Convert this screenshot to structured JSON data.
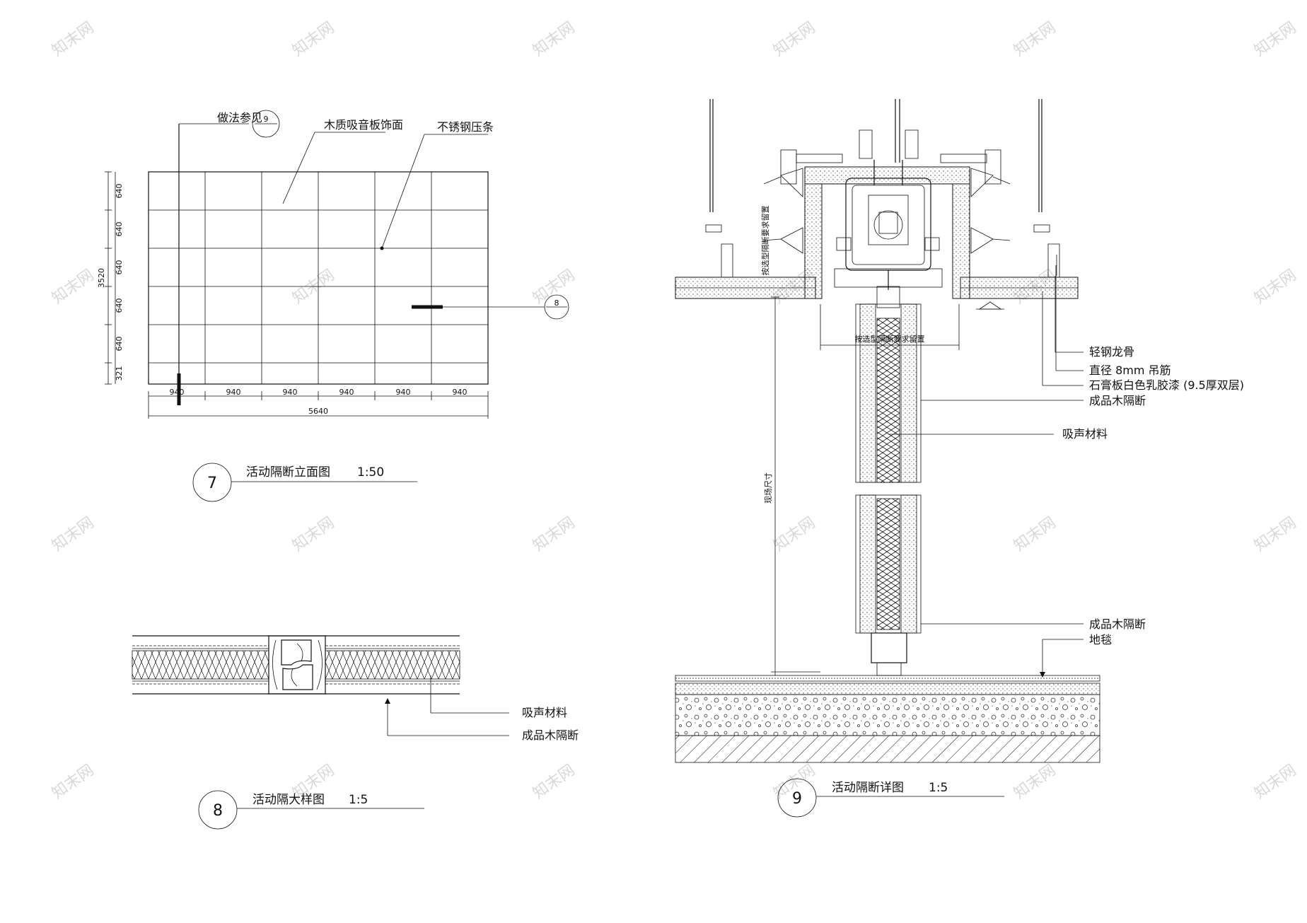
{
  "watermark": "知末网",
  "drawing7": {
    "number": "7",
    "title": "活动隔断立面图",
    "scale": "1:50",
    "notes": {
      "ref": "做法参见",
      "ref_detail_no": "9",
      "panel": "木质吸音板饰面",
      "strip": "不锈钢压条",
      "callout_8": "8"
    },
    "vertical_dims": [
      "640",
      "640",
      "640",
      "640",
      "640",
      "321"
    ],
    "vertical_total": "3520",
    "horizontal_dims": [
      "940",
      "940",
      "940",
      "940",
      "940",
      "940"
    ],
    "horizontal_total": "5640"
  },
  "drawing8": {
    "number": "8",
    "title": "活动隔大样图",
    "scale": "1:5",
    "notes": {
      "absorb": "吸声材料",
      "partition": "成品木隔断"
    }
  },
  "drawing9": {
    "number": "9",
    "title": "活动隔断详图",
    "scale": "1:5",
    "notes": {
      "keel": "轻钢龙骨",
      "rod": "直径 8mm 吊筋",
      "gypsum": "石膏板白色乳胶漆 (9.5厚双层)",
      "partition_top": "成品木隔断",
      "absorb": "吸声材料",
      "partition_bottom": "成品木隔断",
      "carpet": "地毯",
      "vertical_note_left": "按选型隔断要求留置",
      "horizontal_note": "按选型隔断要求留置",
      "height_note": "现场尺寸"
    }
  }
}
